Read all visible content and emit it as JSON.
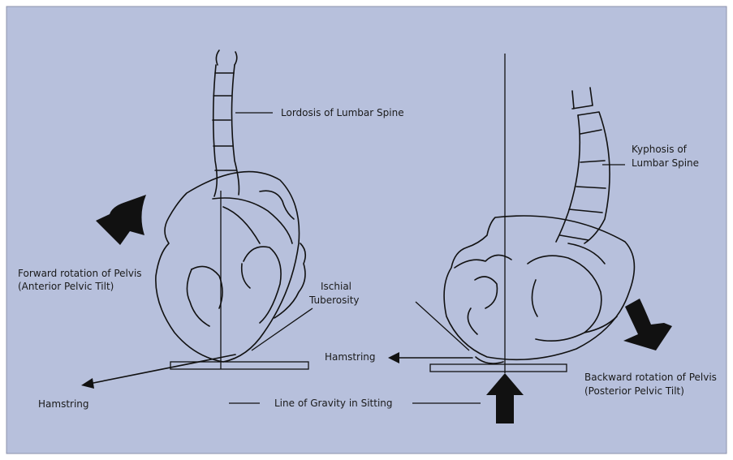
{
  "colors": {
    "background": "#b7c0dc",
    "ink": "#111111"
  },
  "labels": {
    "lordosis": "Lordosis of Lumbar Spine",
    "kyphosis_1": "Kyphosis of",
    "kyphosis_2": "Lumbar Spine",
    "forward_1": "Forward rotation of Pelvis",
    "forward_2": "(Anterior Pelvic Tilt)",
    "ischial_1": "Ischial",
    "ischial_2": "Tuberosity",
    "hamstring_right": "Hamstring",
    "hamstring_left": "Hamstring",
    "gravity": "Line of Gravity in Sitting",
    "backward_1": "Backward rotation of Pelvis",
    "backward_2": "(Posterior Pelvic Tilt)"
  }
}
